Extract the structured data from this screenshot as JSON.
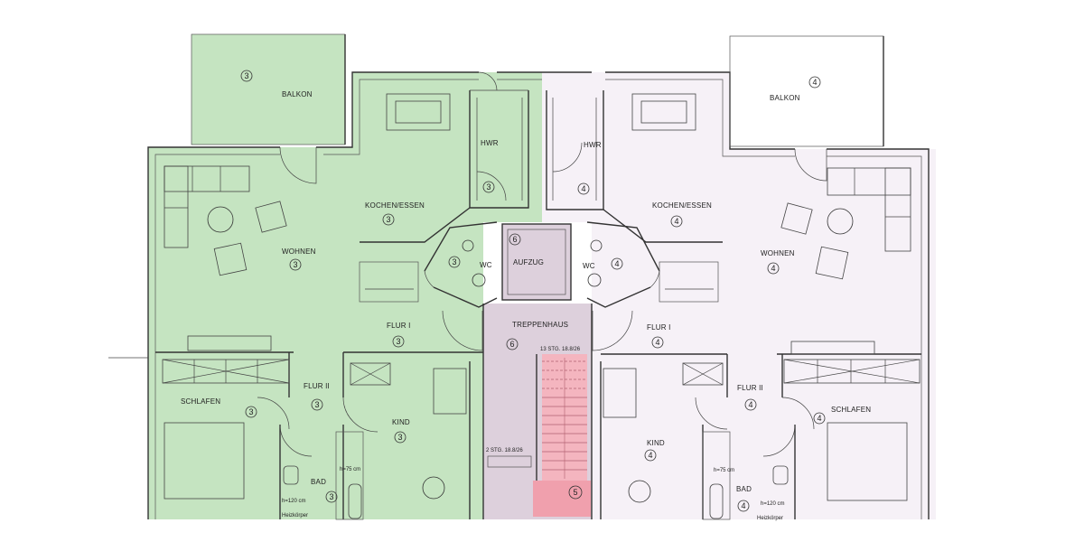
{
  "colors": {
    "unit_left": "#c5e4c1",
    "unit_right": "#f6f1f7",
    "stairwell": "#ddd0dc",
    "stairs": "#f4b5bf",
    "stairs_landing": "#f0a0ad",
    "wall": "#333333"
  },
  "left_unit": {
    "balkon": {
      "label": "BALKON",
      "num": "3"
    },
    "hwr": {
      "label": "HWR",
      "num": "3"
    },
    "kochen": {
      "label": "KOCHEN/ESSEN",
      "num": "3"
    },
    "wohnen": {
      "label": "WOHNEN",
      "num": "3"
    },
    "wc": {
      "label": "WC",
      "num": "3"
    },
    "flur1": {
      "label": "FLUR I",
      "num": "3"
    },
    "flur2": {
      "label": "FLUR II",
      "num": "3"
    },
    "schlafen": {
      "label": "SCHLAFEN",
      "num": "3"
    },
    "kind": {
      "label": "KIND",
      "num": "3"
    },
    "bad": {
      "label": "BAD",
      "num": "3"
    },
    "bath_h": "h=120 cm",
    "heizkoerper": "Heizkörper",
    "sink_h": "h=75 cm"
  },
  "right_unit": {
    "balkon": {
      "label": "BALKON",
      "num": "4"
    },
    "hwr": {
      "label": "HWR",
      "num": "4"
    },
    "kochen": {
      "label": "KOCHEN/ESSEN",
      "num": "4"
    },
    "wohnen": {
      "label": "WOHNEN",
      "num": "4"
    },
    "wc": {
      "label": "WC",
      "num": "4"
    },
    "flur1": {
      "label": "FLUR I",
      "num": "4"
    },
    "flur2": {
      "label": "FLUR II",
      "num": "4"
    },
    "schlafen": {
      "label": "SCHLAFEN",
      "num": "4"
    },
    "kind": {
      "label": "KIND",
      "num": "4"
    },
    "bad": {
      "label": "BAD",
      "num": "4"
    },
    "bath_h": "h=120 cm",
    "heizkoerper": "Heizkörper",
    "sink_h": "h=75 cm"
  },
  "core": {
    "aufzug": {
      "label": "AUFZUG",
      "num": "6"
    },
    "treppenhaus": {
      "label": "TREPPENHAUS",
      "num": "6"
    },
    "stair_upper": "13 STG. 18.8/26",
    "stair_lower": "2 STG. 18.8/26",
    "stair_num": "5"
  }
}
